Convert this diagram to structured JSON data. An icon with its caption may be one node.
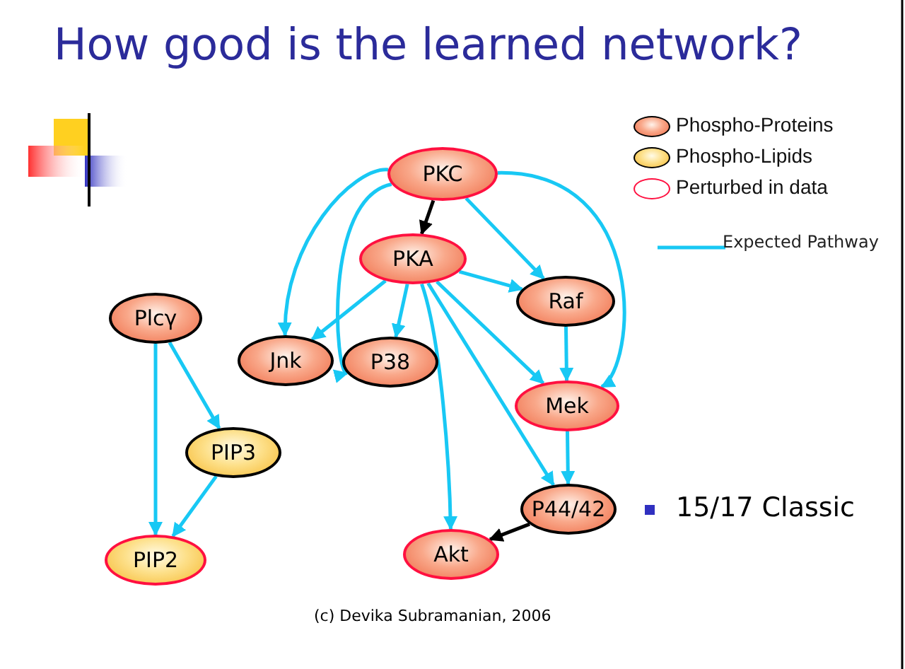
{
  "diagram": {
    "title": "How good is the learned network?",
    "nodes": [
      {
        "text": [
          "PKC"
        ]
      },
      {
        "text": [
          "PKA"
        ]
      },
      {
        "text": [
          "Raf"
        ]
      },
      {
        "text": [
          "Plcγ"
        ]
      },
      {
        "text": [
          "Jnk"
        ]
      },
      {
        "text": [
          "P38"
        ]
      },
      {
        "text": [
          "Mek"
        ]
      },
      {
        "text": [
          "PIP3"
        ]
      },
      {
        "text": [
          "P44/42"
        ]
      },
      {
        "text": [
          "PIP2"
        ]
      },
      {
        "text": [
          "Akt"
        ]
      }
    ],
    "edges": [
      {
        "from": 0,
        "to": 1,
        "arrow": "to",
        "color": "#000000"
      },
      {
        "from": 0,
        "to": 4,
        "arrow": "to"
      },
      {
        "from": 0,
        "to": 5,
        "arrow": "to"
      },
      {
        "from": 0,
        "to": 2,
        "arrow": "to"
      },
      {
        "from": 0,
        "to": 6,
        "arrow": "to"
      },
      {
        "from": 1,
        "to": 4,
        "arrow": "to"
      },
      {
        "from": 1,
        "to": 5,
        "arrow": "to"
      },
      {
        "from": 1,
        "to": 2,
        "arrow": "to"
      },
      {
        "from": 1,
        "to": 6,
        "arrow": "to"
      },
      {
        "from": 1,
        "to": 8,
        "arrow": "to"
      },
      {
        "from": 1,
        "to": 10,
        "arrow": "to"
      },
      {
        "from": 2,
        "to": 6,
        "arrow": "to"
      },
      {
        "from": 6,
        "to": 8,
        "arrow": "to"
      },
      {
        "from": 8,
        "to": 10,
        "arrow": "to",
        "color": "#000000"
      },
      {
        "from": 3,
        "to": 7,
        "arrow": "to"
      },
      {
        "from": 3,
        "to": 9,
        "arrow": "to"
      },
      {
        "from": 7,
        "to": 9,
        "arrow": "to"
      }
    ],
    "labels": [
      "15/17 Classic",
      "(c) Devika Subramanian, 2006"
    ],
    "legend": [
      {
        "text": "Phospho-Proteins"
      },
      {
        "text": "Phospho-Lipids"
      },
      {
        "text": "Perturbed in data"
      },
      {
        "text": "Expected Pathway"
      }
    ]
  }
}
